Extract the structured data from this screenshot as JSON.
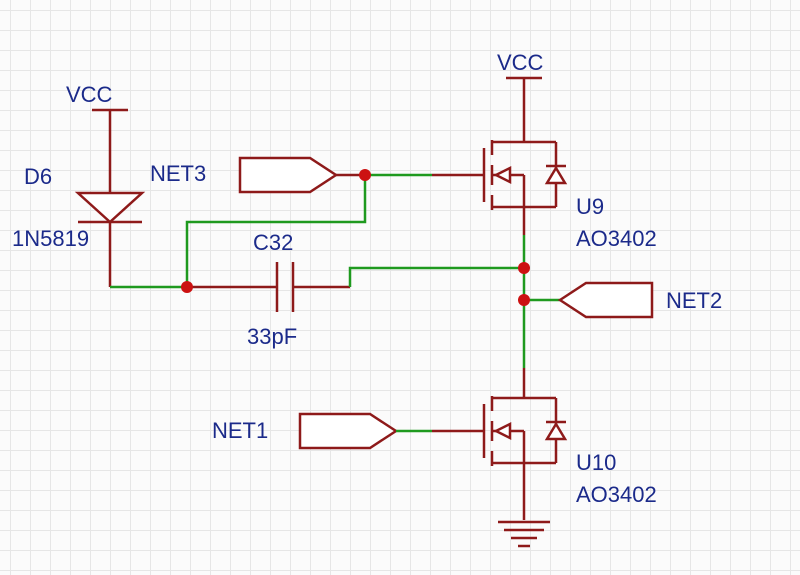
{
  "colors": {
    "label": "#1b2a8a",
    "wire": "#1f9a1f",
    "symbol": "#8e1a1a",
    "junction": "#cc1111"
  },
  "power": {
    "vcc_left": "VCC",
    "vcc_right": "VCC"
  },
  "diode": {
    "ref": "D6",
    "value": "1N5819"
  },
  "capacitor": {
    "ref": "C32",
    "value": "33pF"
  },
  "mosfet_top": {
    "ref": "U9",
    "value": "AO3402"
  },
  "mosfet_bottom": {
    "ref": "U10",
    "value": "AO3402"
  },
  "nets": {
    "net1": "NET1",
    "net2": "NET2",
    "net3": "NET3"
  }
}
